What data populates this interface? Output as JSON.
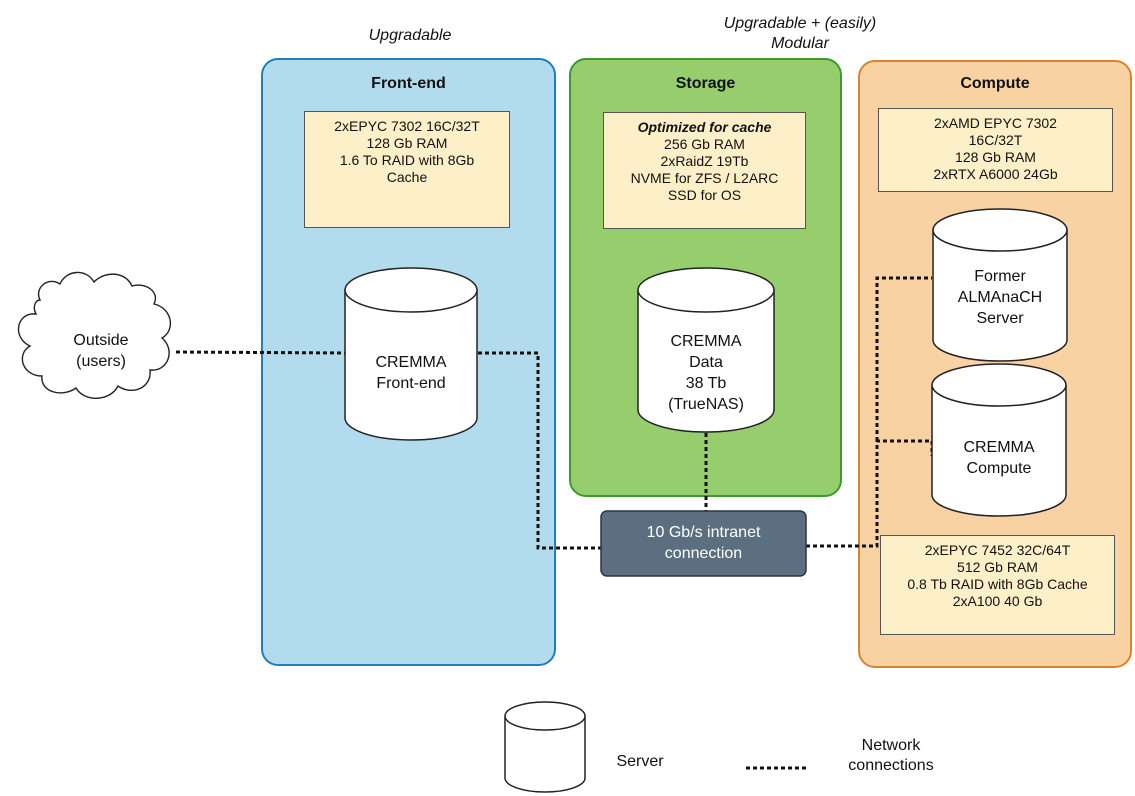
{
  "notes": {
    "frontend": "Upgradable",
    "storage_line1": "Upgradable + (easily)",
    "storage_line2": "Modular"
  },
  "panels": {
    "frontend": {
      "title": "Front-end",
      "color": "#b3dbee"
    },
    "storage": {
      "title": "Storage",
      "color": "#96ce6e"
    },
    "compute": {
      "title": "Compute",
      "color": "#f9d2a4"
    }
  },
  "specs": {
    "frontend": [
      "2xEPYC 7302 16C/32T",
      "128 Gb RAM",
      "1.6 To RAID with 8Gb",
      "Cache"
    ],
    "storage": {
      "highlight": "Optimized for cache",
      "lines": [
        "256 Gb RAM",
        "2xRaidZ 19Tb",
        "NVME for ZFS / L2ARC",
        "SSD for OS"
      ]
    },
    "compute_top": [
      "2xAMD EPYC 7302",
      "16C/32T",
      "128 Gb RAM",
      "2xRTX A6000 24Gb"
    ],
    "compute_bottom": [
      "2xEPYC 7452 32C/64T",
      "512 Gb RAM",
      "0.8 Tb RAID with 8Gb Cache",
      "2xA100 40 Gb"
    ]
  },
  "servers": {
    "frontend": [
      "CREMMA",
      "Front-end"
    ],
    "storage": [
      "CREMMA",
      "Data",
      "38 Tb",
      "(TrueNAS)"
    ],
    "former": [
      "Former",
      "ALMAnaCH",
      "Server"
    ],
    "compute": [
      "CREMMA",
      "Compute"
    ]
  },
  "outside": [
    "Outside",
    "(users)"
  ],
  "hub": [
    "10 Gb/s intranet",
    "connection"
  ],
  "legend": {
    "server": "Server",
    "network_line1": "Network",
    "network_line2": "connections"
  }
}
